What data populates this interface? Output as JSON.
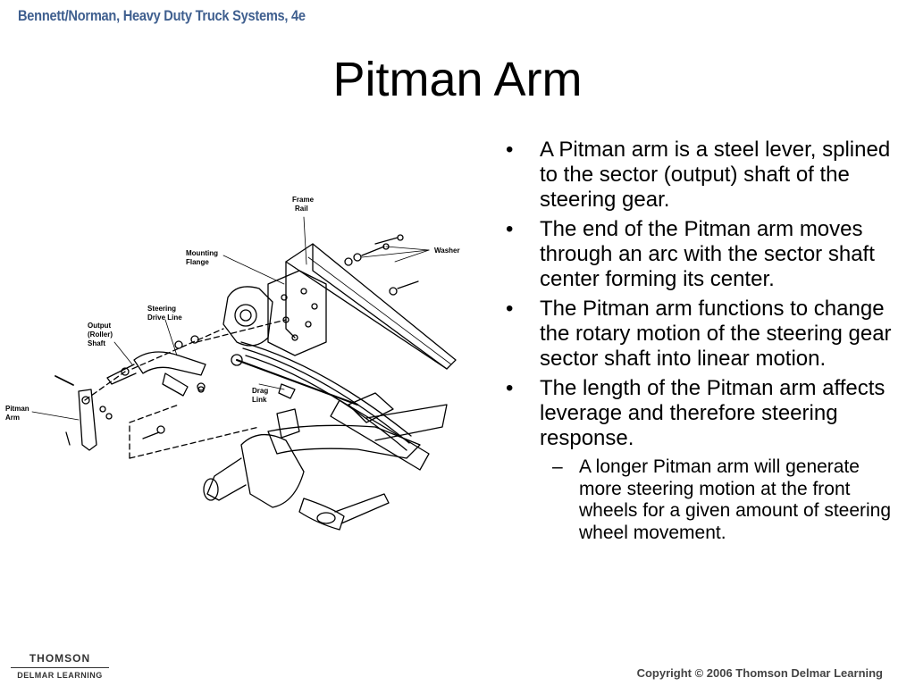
{
  "header": {
    "book_title": "Bennett/Norman, Heavy Duty Truck Systems, 4e"
  },
  "slide": {
    "title": "Pitman Arm",
    "bullets": [
      "A Pitman arm is a steel lever, splined to the sector (output) shaft of the steering gear.",
      "The end of the Pitman arm moves through an arc with the sector shaft center forming its center.",
      "The Pitman arm functions to change the rotary motion of the steering gear sector shaft into linear motion.",
      "The length of the Pitman arm affects leverage and therefore steering response."
    ],
    "sub_bullets": [
      "A longer Pitman arm will generate more steering motion at the front wheels for a given amount of steering wheel movement."
    ],
    "bullet_symbol": "•",
    "sub_bullet_symbol": "–"
  },
  "diagram": {
    "labels": {
      "frame_rail_1": "Frame",
      "frame_rail_2": "Rail",
      "washer": "Washer",
      "mounting_flange_1": "Mounting",
      "mounting_flange_2": "Flange",
      "steering_drive_line_1": "Steering",
      "steering_drive_line_2": "Drive Line",
      "output_shaft_1": "Output",
      "output_shaft_2": "(Roller)",
      "output_shaft_3": "Shaft",
      "pitman_arm_1": "Pitman",
      "pitman_arm_2": "Arm",
      "drag_link_1": "Drag",
      "drag_link_2": "Link"
    }
  },
  "footer": {
    "logo_top": "THOMSON",
    "logo_bottom": "DELMAR LEARNING",
    "copyright": "Copyright © 2006 Thomson Delmar Learning"
  },
  "colors": {
    "header_blue": "#3f5f8f",
    "text": "#000000",
    "footer_gray": "#444444"
  }
}
